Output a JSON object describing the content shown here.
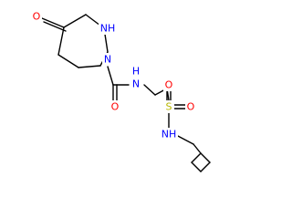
{
  "colors": {
    "carbon_bond": "#000000",
    "nitrogen": "#0000ff",
    "oxygen": "#ff0000",
    "sulfur": "#b8b800",
    "background": "#ffffff"
  },
  "atoms": [
    {
      "name": "ketone-oxygen",
      "label": "O",
      "color_key": "oxygen"
    },
    {
      "name": "lactam-nitrogen",
      "label": "NH",
      "color_key": "nitrogen"
    },
    {
      "name": "ring-nitrogen",
      "label": "N",
      "color_key": "nitrogen"
    },
    {
      "name": "carbamoyl-oxygen",
      "label": "O",
      "color_key": "oxygen"
    },
    {
      "name": "amide-nitrogen",
      "label": "N",
      "color_key": "nitrogen"
    },
    {
      "name": "amide-hydrogen",
      "label": "H",
      "color_key": "nitrogen"
    },
    {
      "name": "sulfonyl-sulfur",
      "label": "S",
      "color_key": "sulfur"
    },
    {
      "name": "sulfonyl-oxygen-top",
      "label": "O",
      "color_key": "oxygen"
    },
    {
      "name": "sulfonyl-oxygen-right",
      "label": "O",
      "color_key": "oxygen"
    },
    {
      "name": "sulfonamide-nitrogen",
      "label": "NH",
      "color_key": "nitrogen"
    }
  ]
}
